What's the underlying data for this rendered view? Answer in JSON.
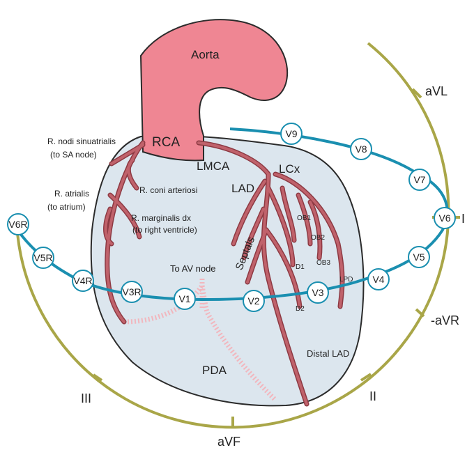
{
  "colors": {
    "aorta": "#ef8693",
    "artery_fill": "#c0626b",
    "artery_stroke": "#8d3a43",
    "heart_fill": "#dce6ee",
    "heart_stroke": "#2b2b2b",
    "limb_circle": "#a9a648",
    "precordial_line": "#1a8fb0",
    "pda_dots": "#f2b6bd"
  },
  "labels": {
    "aorta": "Aorta",
    "rca": "RCA",
    "lmca": "LMCA",
    "lad": "LAD",
    "lcx": "LCx",
    "septals": "Septals",
    "to_av_node": "To AV node",
    "pda": "PDA",
    "distal_lad": "Distal LAD",
    "d1": "D1",
    "d2": "D2",
    "ob1": "OB1",
    "ob2": "OB2",
    "ob3": "OB3",
    "lpd": "LPD",
    "sa_node_line1": "R. nodi sinuatrialis",
    "sa_node_line2": "(to SA node)",
    "atrialis_line1": "R. atrialis",
    "atrialis_line2": "(to atrium)",
    "coni": "R. coni arteriosi",
    "marginalis_line1": "R. marginalis dx",
    "marginalis_line2": "(to right ventricle)"
  },
  "limb_leads": {
    "avl": "aVL",
    "i": "I",
    "minus_avr": "-aVR",
    "ii": "II",
    "avf": "aVF",
    "iii": "III"
  },
  "precordial_leads": {
    "v9": "V9",
    "v8": "V8",
    "v7": "V7",
    "v6": "V6",
    "v5": "V5",
    "v4": "V4",
    "v3": "V3",
    "v2": "V2",
    "v1": "V1",
    "v3r": "V3R",
    "v4r": "V4R",
    "v5r": "V5R",
    "v6r": "V6R"
  }
}
